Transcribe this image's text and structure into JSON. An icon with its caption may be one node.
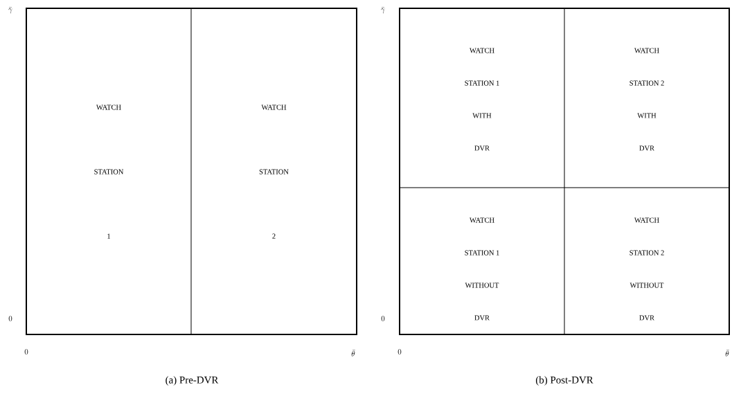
{
  "diagram": {
    "nodes": [
      {
        "text": [],
        "shape": "box"
      },
      {
        "text": [
          "WATCH",
          "STATION",
          "1"
        ],
        "in": 0
      },
      {
        "text": [
          "WATCH",
          "STATION",
          "2"
        ],
        "in": 0
      },
      {
        "text": [],
        "shape": "box"
      },
      {
        "text": [
          "WATCH",
          "STATION 1",
          "WITH",
          "DVR"
        ],
        "in": 3
      },
      {
        "text": [
          "WATCH",
          "STATION 2",
          "WITH",
          "DVR"
        ],
        "in": 3
      },
      {
        "text": [
          "WATCH",
          "STATION 1",
          "WITHOUT",
          "DVR"
        ],
        "in": 3
      },
      {
        "text": [
          "WATCH",
          "STATION 2",
          "WITHOUT",
          "DVR"
        ],
        "in": 3
      }
    ],
    "labels": [
      "\\bar{\\gamma}",
      "0",
      "0",
      "\\bar{\\theta}",
      "\\bar{\\gamma}",
      "0",
      "0",
      "\\bar{\\theta}",
      "(a) Pre-DVR",
      "(b) Post-DVR"
    ]
  }
}
